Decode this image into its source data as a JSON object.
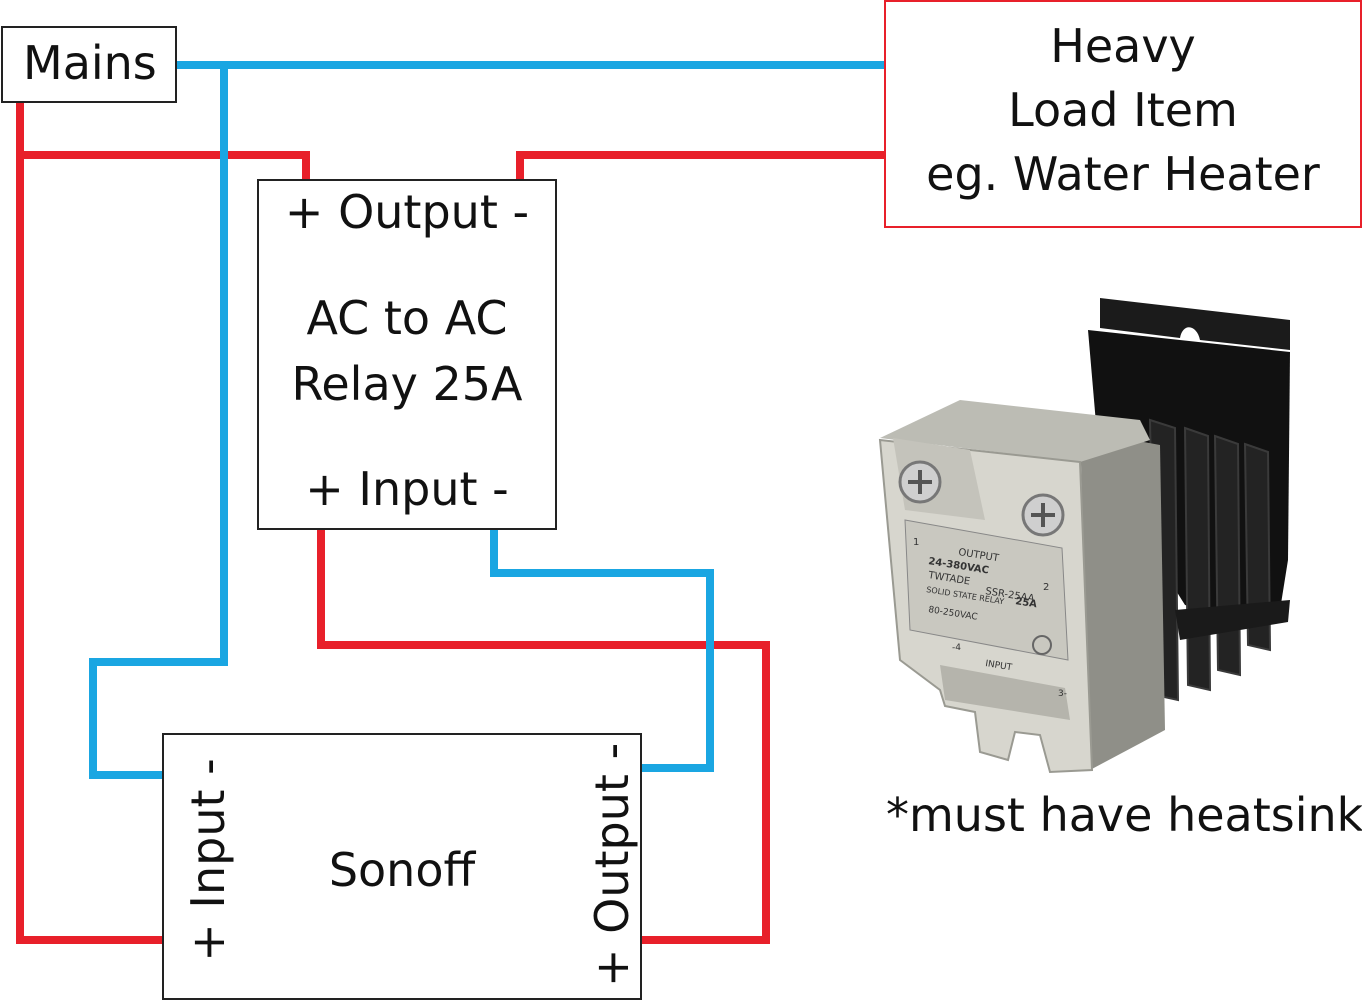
{
  "colors": {
    "live_wire": "#e8202a",
    "neutral_wire": "#1aa6e2",
    "box_border": "#222222",
    "load_border": "#e8202a"
  },
  "mains": {
    "label": "Mains"
  },
  "load": {
    "line1": "Heavy",
    "line2": "Load Item",
    "line3": "eg. Water Heater"
  },
  "relay": {
    "output_label": "+ Output -",
    "title_line1": "AC to AC",
    "title_line2": "Relay 25A",
    "input_label": "+ Input -"
  },
  "sonoff": {
    "title": "Sonoff",
    "input_label": "+ Input -",
    "output_label": "+ Output -"
  },
  "photo": {
    "icon": "solid-state-relay-photo",
    "body_text": {
      "n1": "1",
      "output": "OUTPUT",
      "n2": "2",
      "voltage": "24-380VAC",
      "current": "25A",
      "brand": "TWTADE",
      "model": "SSR-25AA",
      "type": "SOLID STATE RELAY",
      "input_range": "80-250VAC",
      "input": "INPUT",
      "n4": "-4",
      "n3": "3-"
    }
  },
  "note": {
    "text": "*must have heatsink"
  }
}
